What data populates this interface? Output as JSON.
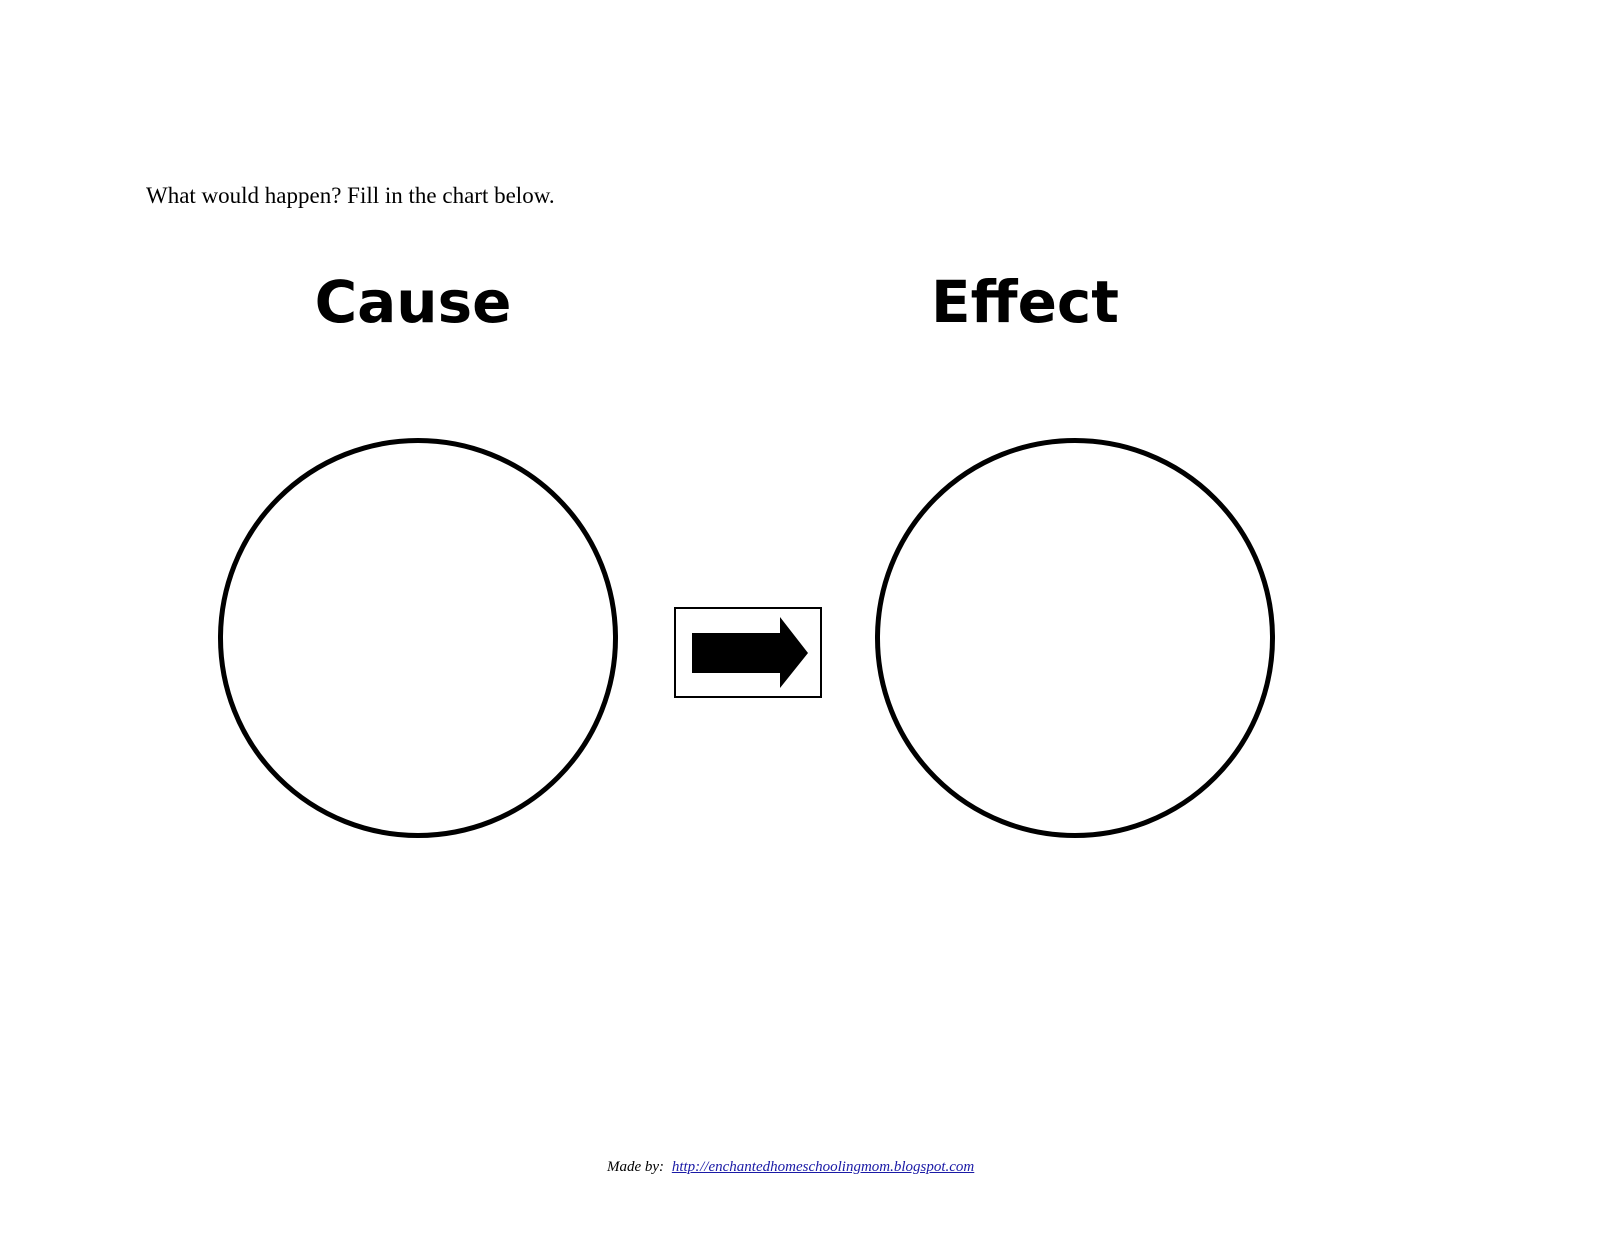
{
  "worksheet": {
    "instruction": "What would happen? Fill in the chart below.",
    "cause_heading": "Cause",
    "effect_heading": "Effect",
    "arrow_icon": "right-arrow-icon",
    "footer": {
      "label": "Made by:",
      "link_text": "http://enchantedhomeschoolingmom.blogspot.com"
    },
    "colors": {
      "ink": "#000000",
      "link": "#1a1aa6",
      "background": "#ffffff"
    }
  }
}
